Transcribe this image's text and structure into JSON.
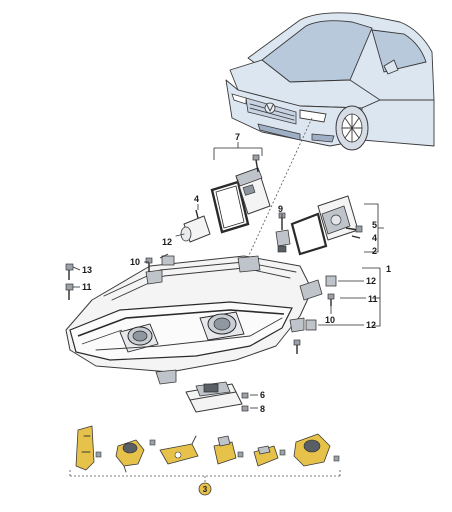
{
  "callouts": {
    "c1": "1",
    "c2": "2",
    "c3": "3",
    "c4a": "4",
    "c4b": "4",
    "c5": "5",
    "c6": "6",
    "c7": "7",
    "c8": "8",
    "c9": "9",
    "c10a": "10",
    "c10b": "10",
    "c11a": "11",
    "c11b": "11",
    "c12a": "12",
    "c12b": "12",
    "c12c": "12",
    "c13": "13"
  },
  "colors": {
    "line": "#3a3a3a",
    "accent_yellow": "#e7c24a",
    "car_blue": "#dce6f1"
  }
}
